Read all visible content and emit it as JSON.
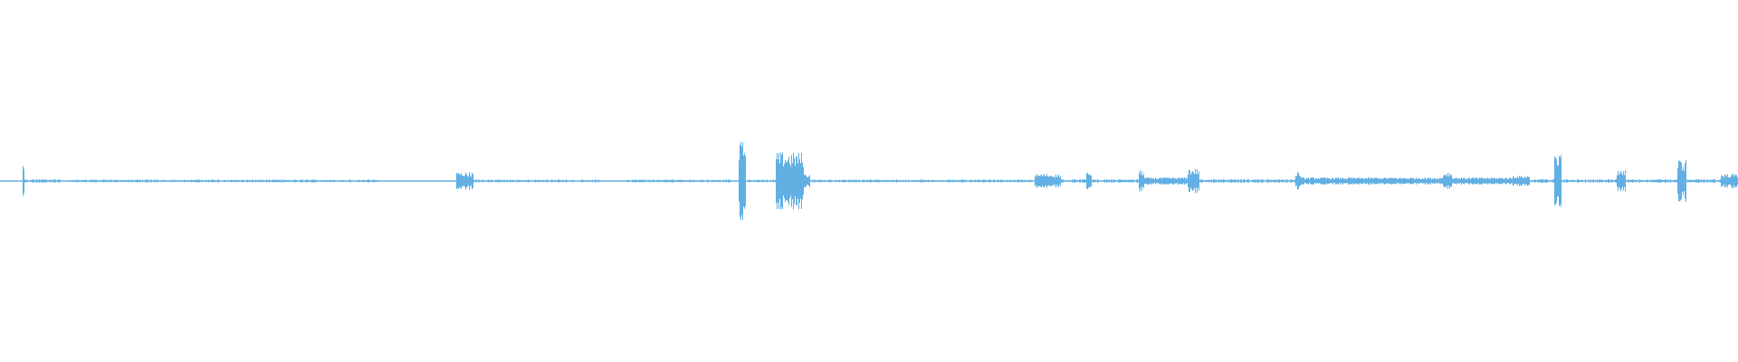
{
  "waveform": {
    "color": "#62b0e3",
    "baseline_level": 0.004,
    "regions": [
      {
        "start": 0.0,
        "end": 0.013,
        "amp": 0.004
      },
      {
        "start": 0.013,
        "end": 0.014,
        "amp": 0.1
      },
      {
        "start": 0.014,
        "end": 0.035,
        "amp": 0.01
      },
      {
        "start": 0.035,
        "end": 0.04,
        "amp": 0.004
      },
      {
        "start": 0.04,
        "end": 0.15,
        "amp": 0.008
      },
      {
        "start": 0.15,
        "end": 0.218,
        "amp": 0.008
      },
      {
        "start": 0.262,
        "end": 0.272,
        "amp": 0.05
      },
      {
        "start": 0.272,
        "end": 0.345,
        "amp": 0.008
      },
      {
        "start": 0.36,
        "end": 0.42,
        "amp": 0.008
      },
      {
        "start": 0.425,
        "end": 0.429,
        "amp": 0.22
      },
      {
        "start": 0.429,
        "end": 0.446,
        "amp": 0.008
      },
      {
        "start": 0.446,
        "end": 0.462,
        "amp": 0.16
      },
      {
        "start": 0.462,
        "end": 0.466,
        "amp": 0.04
      },
      {
        "start": 0.466,
        "end": 0.595,
        "amp": 0.008
      },
      {
        "start": 0.595,
        "end": 0.61,
        "amp": 0.04
      },
      {
        "start": 0.61,
        "end": 0.625,
        "amp": 0.01
      },
      {
        "start": 0.625,
        "end": 0.628,
        "amp": 0.05
      },
      {
        "start": 0.628,
        "end": 0.655,
        "amp": 0.01
      },
      {
        "start": 0.655,
        "end": 0.658,
        "amp": 0.06
      },
      {
        "start": 0.658,
        "end": 0.683,
        "amp": 0.02
      },
      {
        "start": 0.683,
        "end": 0.69,
        "amp": 0.07
      },
      {
        "start": 0.69,
        "end": 0.745,
        "amp": 0.01
      },
      {
        "start": 0.745,
        "end": 0.748,
        "amp": 0.05
      },
      {
        "start": 0.748,
        "end": 0.78,
        "amp": 0.02
      },
      {
        "start": 0.78,
        "end": 0.83,
        "amp": 0.02
      },
      {
        "start": 0.83,
        "end": 0.835,
        "amp": 0.05
      },
      {
        "start": 0.835,
        "end": 0.87,
        "amp": 0.02
      },
      {
        "start": 0.87,
        "end": 0.88,
        "amp": 0.03
      },
      {
        "start": 0.88,
        "end": 0.894,
        "amp": 0.01
      },
      {
        "start": 0.894,
        "end": 0.898,
        "amp": 0.17
      },
      {
        "start": 0.898,
        "end": 0.93,
        "amp": 0.01
      },
      {
        "start": 0.93,
        "end": 0.935,
        "amp": 0.06
      },
      {
        "start": 0.935,
        "end": 0.965,
        "amp": 0.01
      },
      {
        "start": 0.965,
        "end": 0.97,
        "amp": 0.12
      },
      {
        "start": 0.97,
        "end": 0.99,
        "amp": 0.01
      },
      {
        "start": 0.99,
        "end": 1.0,
        "amp": 0.04
      }
    ]
  }
}
